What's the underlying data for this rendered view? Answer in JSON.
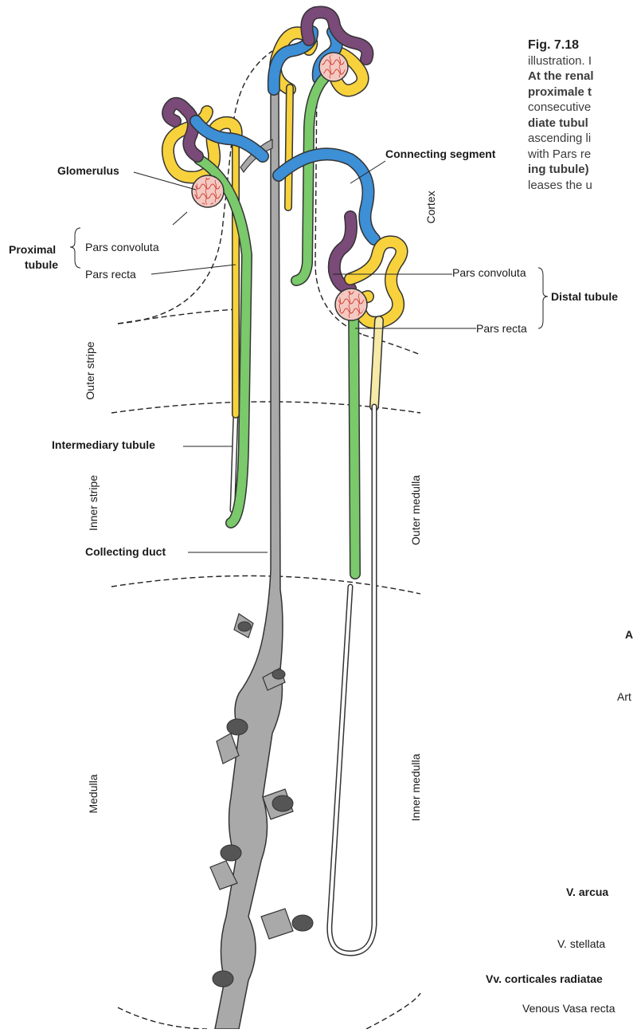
{
  "caption": {
    "fig_label": "Fig. 7.18",
    "lines": [
      "illustration. I",
      "At the renal",
      "proximale t",
      "consecutive",
      "diate tubul",
      "ascending li",
      "with Pars re",
      "ing tubule)",
      "leases the u"
    ]
  },
  "labels": {
    "glomerulus": "Glomerulus",
    "connecting_segment": "Connecting segment",
    "proximal_tubule_line1": "Proximal",
    "proximal_tubule_line2": "tubule",
    "pars_convoluta_left": "Pars convoluta",
    "pars_recta_left": "Pars recta",
    "pars_convoluta_right": "Pars convoluta",
    "pars_recta_right": "Pars recta",
    "distal_tubule": "Distal tubule",
    "intermediary_tubule": "Intermediary tubule",
    "collecting_duct": "Collecting duct"
  },
  "zones": {
    "cortex": "Cortex",
    "outer_stripe": "Outer stripe",
    "inner_stripe": "Inner stripe",
    "outer_medulla": "Outer medulla",
    "medulla": "Medulla",
    "inner_medulla": "Inner medulla"
  },
  "cutoff_text": {
    "a": "A",
    "art": "Art",
    "v_arcua": "V. arcua",
    "v_stellata": "V. stellata",
    "vv_corticales": "Vv. corticales radiatae",
    "venous_vasa_recta": "Venous Vasa recta"
  },
  "colors": {
    "proximal_tubule": "#f7d23c",
    "distal_pars_recta": "#7ac96b",
    "connecting_segment": "#3d8fd6",
    "distal_convoluta": "#7a4a78",
    "collecting_duct": "#a9a9a9",
    "glomerulus": "#e07a70"
  }
}
